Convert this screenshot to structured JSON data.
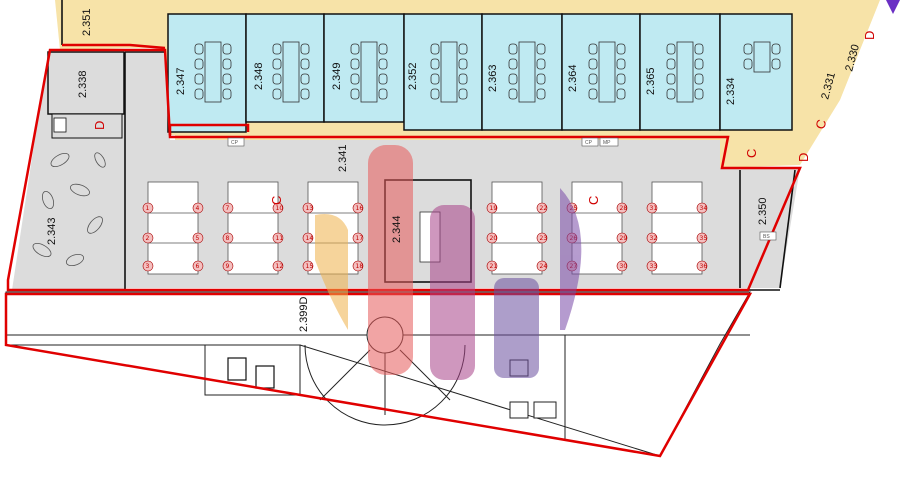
{
  "floor_plan": {
    "colors": {
      "corridor": "#f7e3a8",
      "office_area": "#dcdcdc",
      "meeting_rooms": "#bfeaf2",
      "outline": "#e00000",
      "walls": "#111111",
      "exit_marker": "#6a2fc4",
      "seat_number": "#c00000"
    },
    "rooms": {
      "r2351": "2.351",
      "r2338": "2.338",
      "r2347": "2.347",
      "r2348": "2.348",
      "r2349": "2.349",
      "r2352": "2.352",
      "r2363": "2.363",
      "r2364": "2.364",
      "r2365": "2.365",
      "r2334": "2.334",
      "r2331": "2.331",
      "r2330": "2.330",
      "r2341": "2.341",
      "r2343": "2.343",
      "r2344": "2.344",
      "r2350": "2.350",
      "r2399D": "2.399D"
    },
    "markers": {
      "c1": "C",
      "c2": "C",
      "c3": "C",
      "d1": "D",
      "d2": "D",
      "d3": "D",
      "sec": "C"
    },
    "tags": {
      "cp1": "CP",
      "cp2": "CP",
      "mp": "MP",
      "bs": "BS"
    },
    "seat_numbers": [
      "1",
      "2",
      "3",
      "4",
      "5",
      "6",
      "7",
      "8",
      "9",
      "10",
      "11",
      "12",
      "13",
      "14",
      "15",
      "16",
      "17",
      "18",
      "19",
      "20",
      "21",
      "22",
      "23",
      "24",
      "25",
      "26",
      "27",
      "28",
      "29",
      "30",
      "31",
      "32",
      "33",
      "34",
      "35",
      "36"
    ]
  }
}
